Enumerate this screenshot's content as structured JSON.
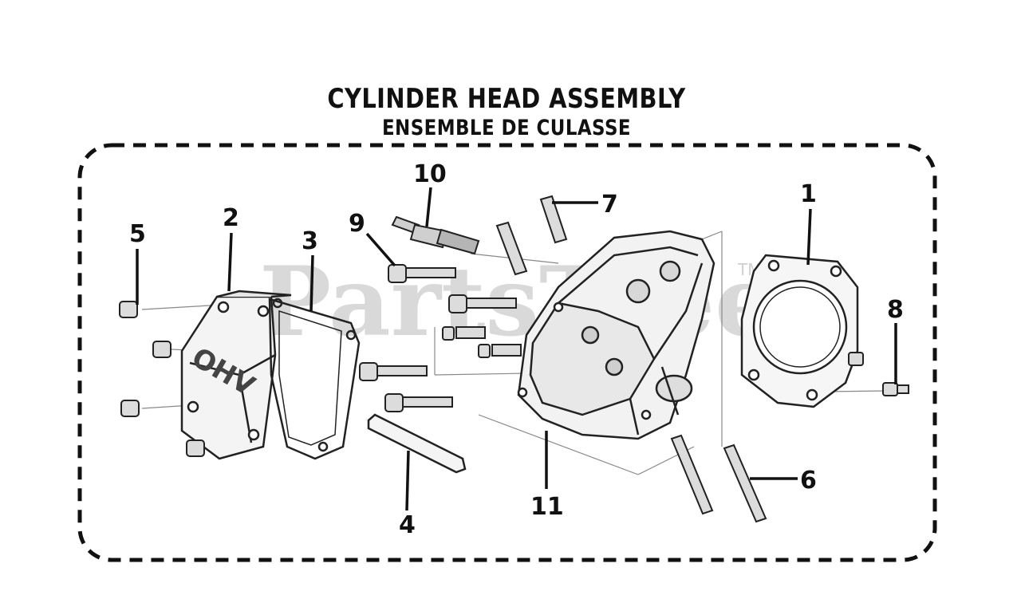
{
  "diagram": {
    "title": "CYLINDER HEAD ASSEMBLY",
    "subtitle": "ENSEMBLE DE CULASSE",
    "watermark": "PartsTree",
    "watermark_tm": "TM",
    "callouts": [
      "1",
      "2",
      "3",
      "4",
      "5",
      "6",
      "7",
      "8",
      "9",
      "10",
      "11"
    ]
  }
}
